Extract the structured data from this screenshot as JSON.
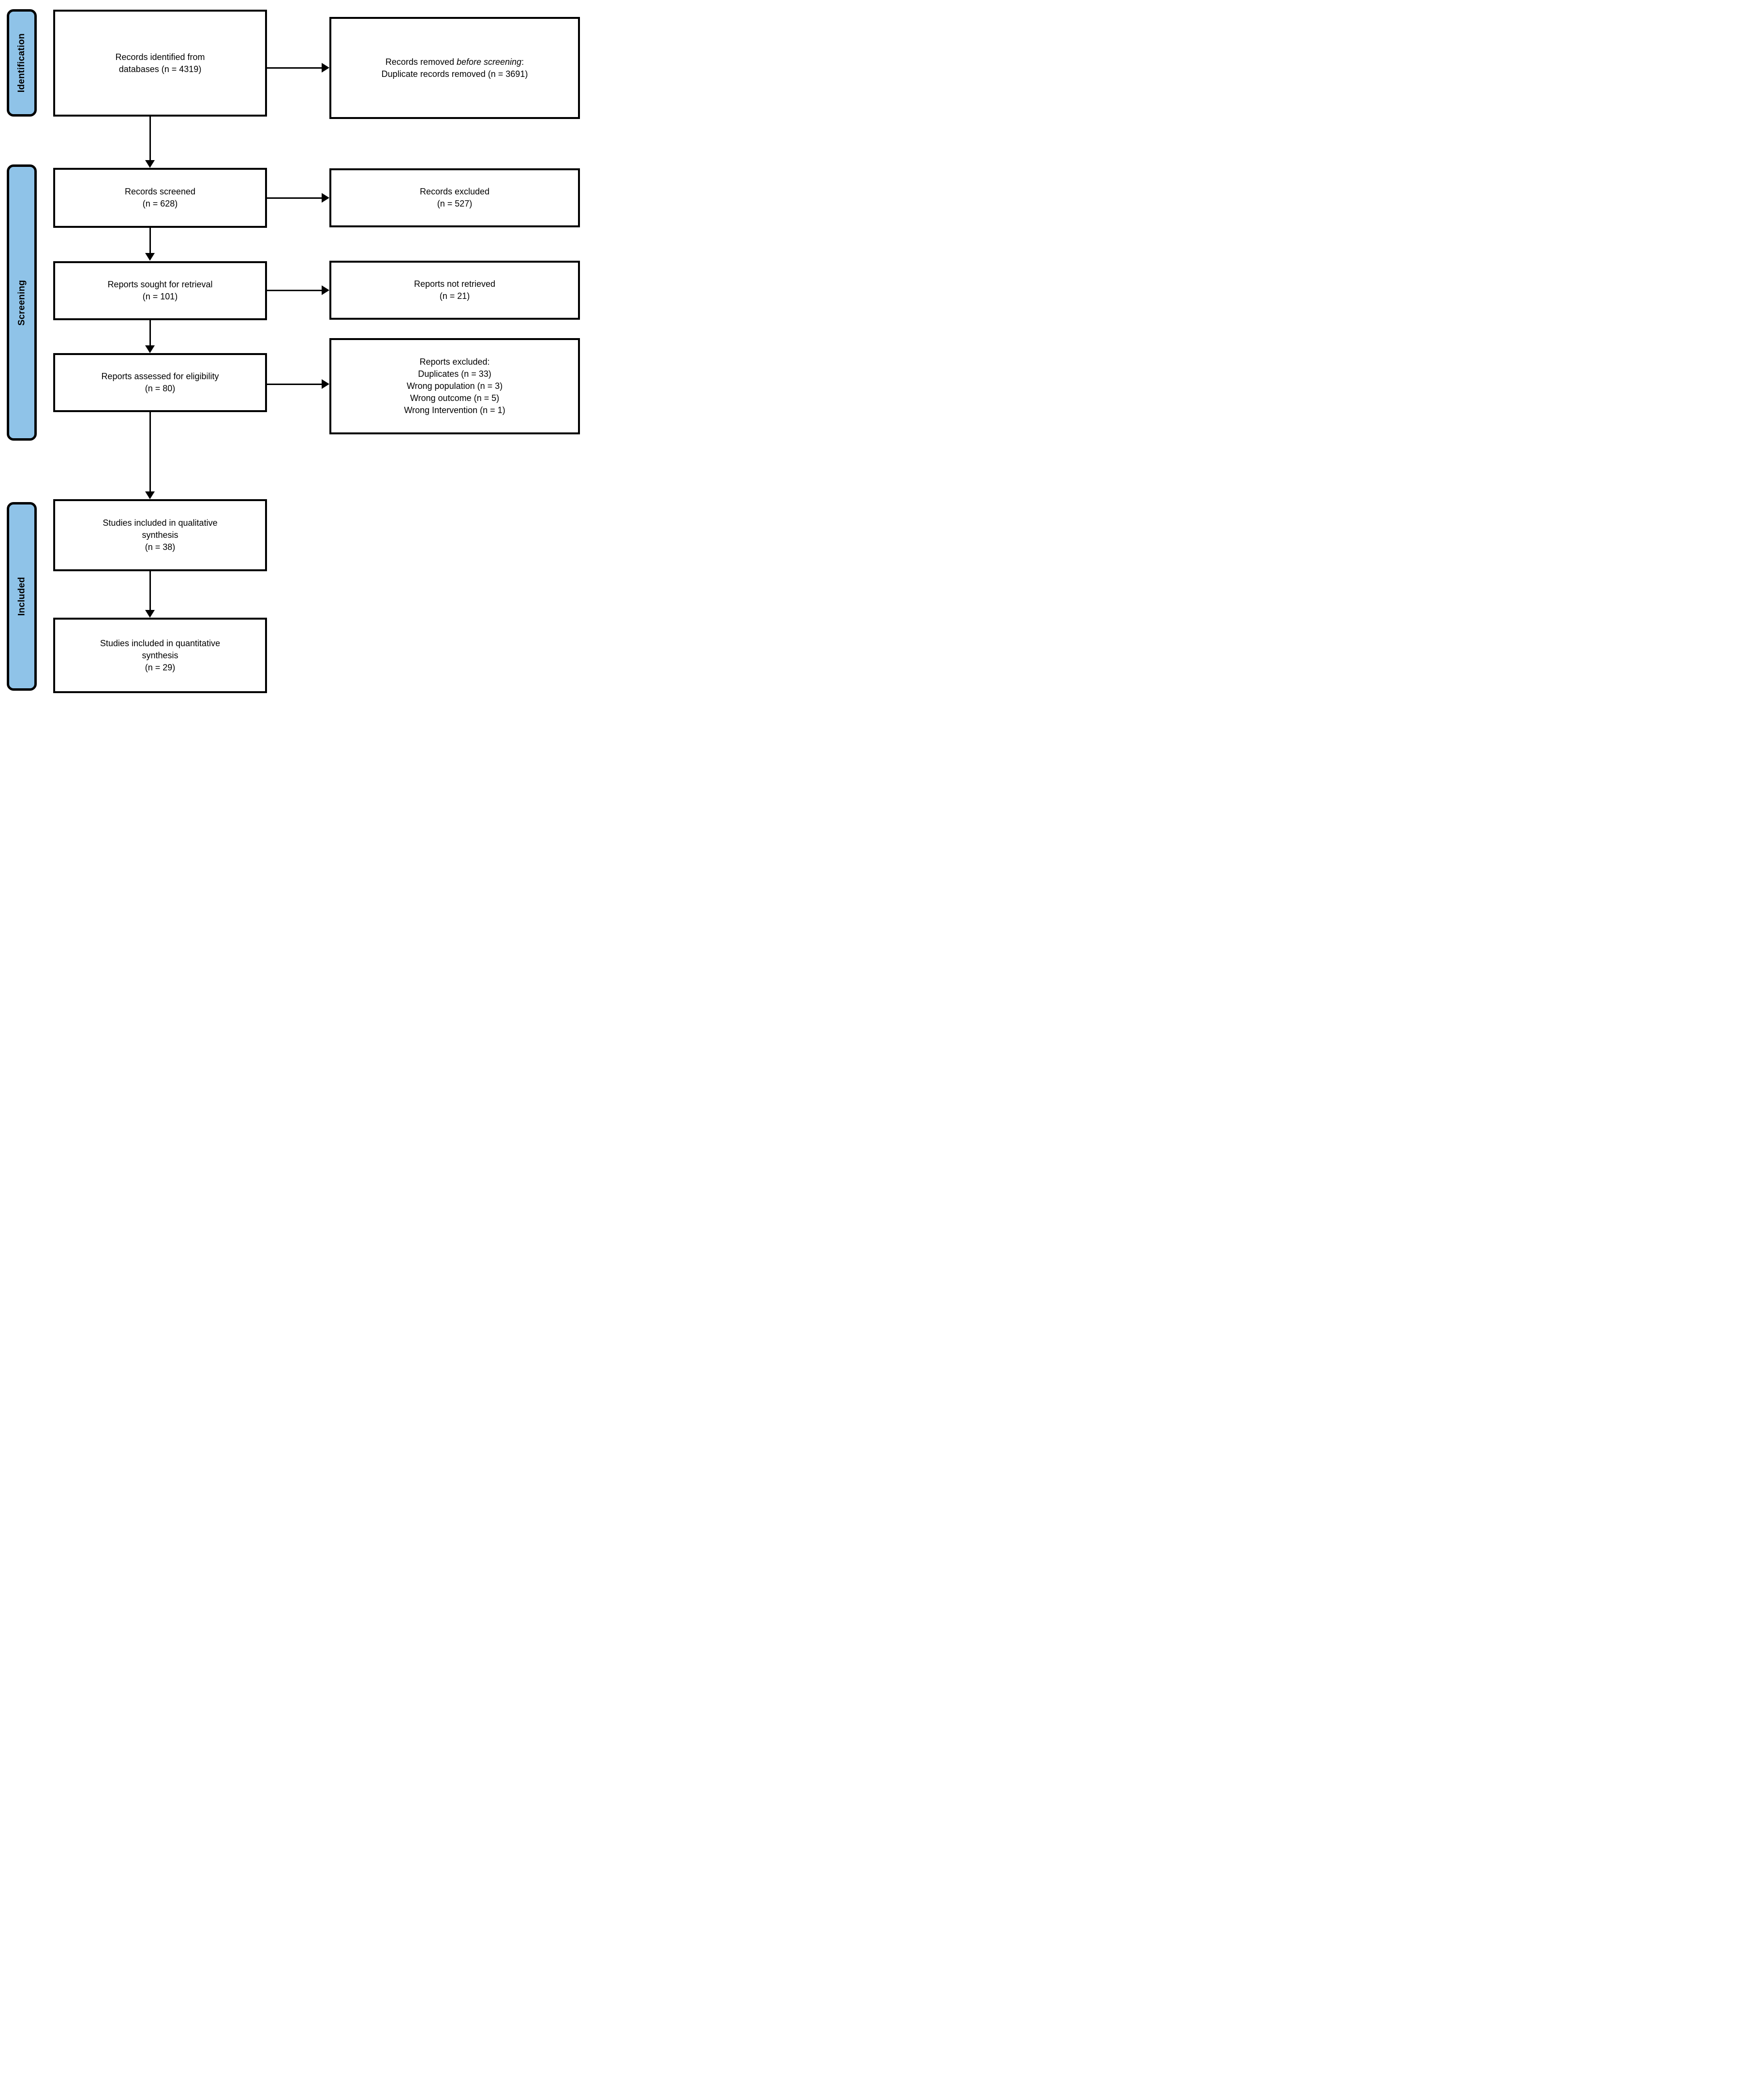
{
  "palette": {
    "stage_fill": "#8FC3E8",
    "line_color": "#000000",
    "box_fill": "#FFFFFF"
  },
  "stages": [
    {
      "label": "Identification"
    },
    {
      "label": "Screening"
    },
    {
      "label": "Included"
    }
  ],
  "boxes": {
    "records_identified": {
      "lines": [
        "Records identified from",
        "databases (n = 4319)"
      ]
    },
    "records_removed": {
      "line1_prefix": "Records removed ",
      "line1_italic": "before screening",
      "line1_suffix": ":",
      "line2": "Duplicate records removed (n = 3691)"
    },
    "records_screened": {
      "lines": [
        "Records screened",
        "(n = 628)"
      ]
    },
    "records_excluded": {
      "lines": [
        "Records excluded",
        "(n = 527)"
      ]
    },
    "reports_sought": {
      "lines": [
        "Reports sought for retrieval",
        "(n = 101)"
      ]
    },
    "reports_not_retrieved": {
      "lines": [
        "Reports not retrieved",
        "(n = 21)"
      ]
    },
    "reports_assessed": {
      "lines": [
        "Reports assessed for eligibility",
        "(n = 80)"
      ]
    },
    "reports_excluded": {
      "header": "Reports excluded:",
      "items": [
        "Duplicates (n = 33)",
        "Wrong population (n = 3)",
        "Wrong outcome (n = 5)",
        "Wrong Intervention (n = 1)"
      ]
    },
    "qualitative_synthesis": {
      "lines": [
        "Studies included in qualitative",
        "synthesis",
        "(n = 38)"
      ]
    },
    "quantitative_synthesis": {
      "lines": [
        "Studies included in quantitative",
        "synthesis",
        "(n = 29)"
      ]
    }
  }
}
